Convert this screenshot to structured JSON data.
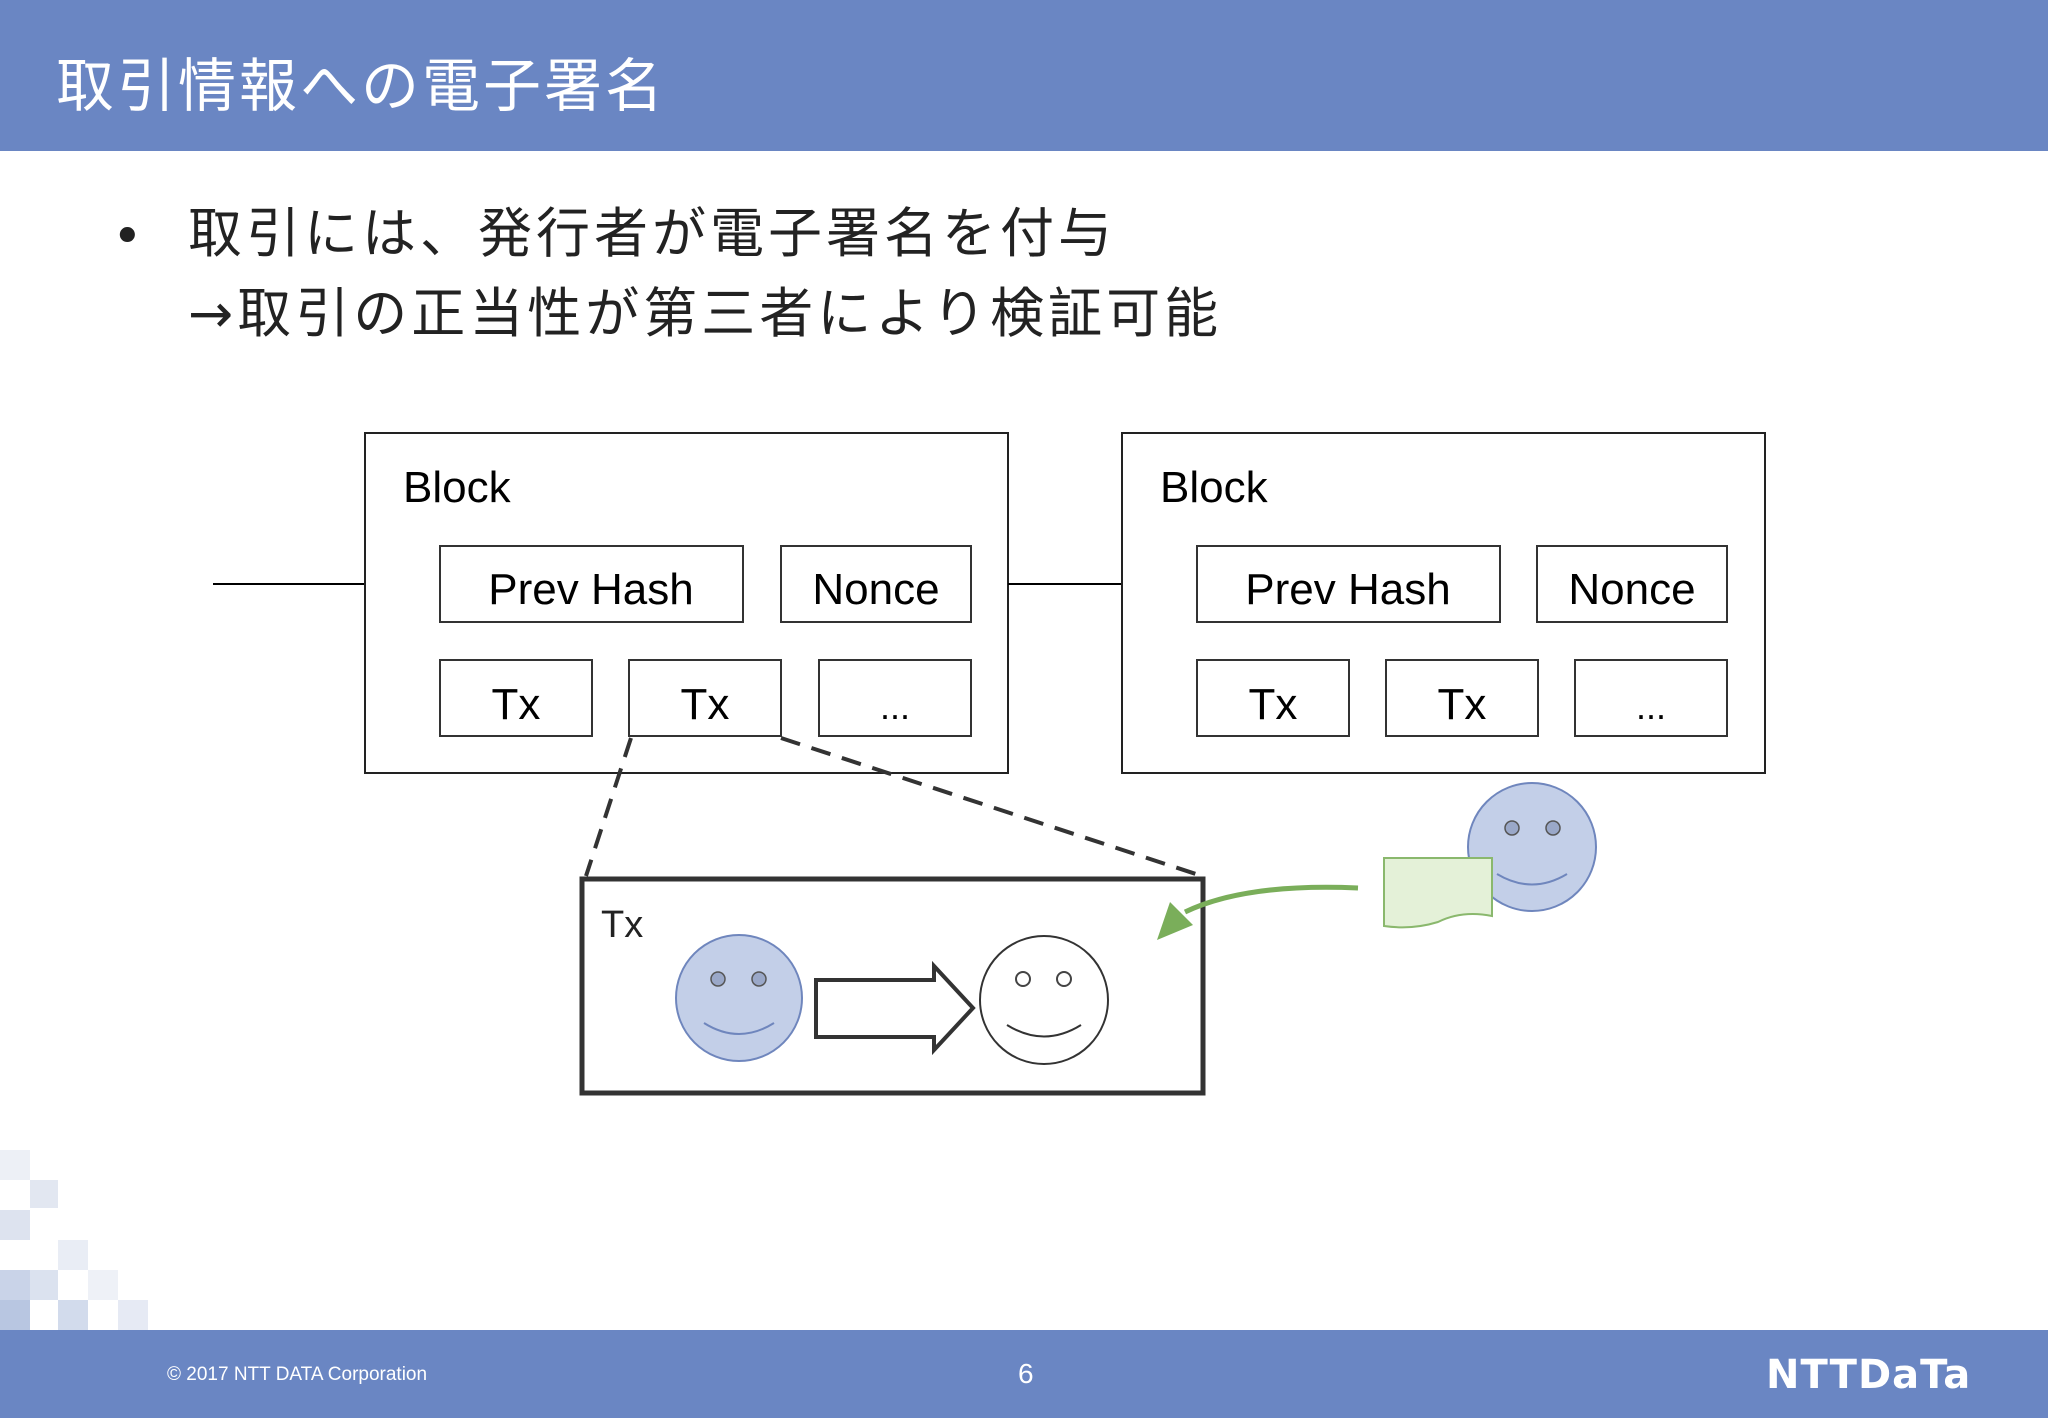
{
  "header": {
    "title": "取引情報への電子署名"
  },
  "bullet": {
    "line1": "取引には、発行者が電子署名を付与",
    "line2": "→取引の正当性が第三者により検証可能"
  },
  "diagram": {
    "block1": {
      "label": "Block",
      "prev_hash": "Prev Hash",
      "nonce": "Nonce",
      "tx1": "Tx",
      "tx2": "Tx",
      "more": "..."
    },
    "block2": {
      "label": "Block",
      "prev_hash": "Prev Hash",
      "nonce": "Nonce",
      "tx1": "Tx",
      "tx2": "Tx",
      "more": "..."
    },
    "detail": {
      "label": "Tx"
    },
    "colors": {
      "signer_face": "#c3cfe8",
      "signer_stroke": "#6f86bd",
      "document_fill": "#e4f1d8",
      "document_stroke": "#8ab86d",
      "signature_arrow": "#7aae5a"
    },
    "icons": [
      "signer-face-icon",
      "sender-face-icon",
      "receiver-face-icon",
      "signed-document-icon"
    ]
  },
  "footer": {
    "copyright": "© 2017 NTT DATA Corporation",
    "page": "6",
    "logo": "NTTDaTa"
  }
}
